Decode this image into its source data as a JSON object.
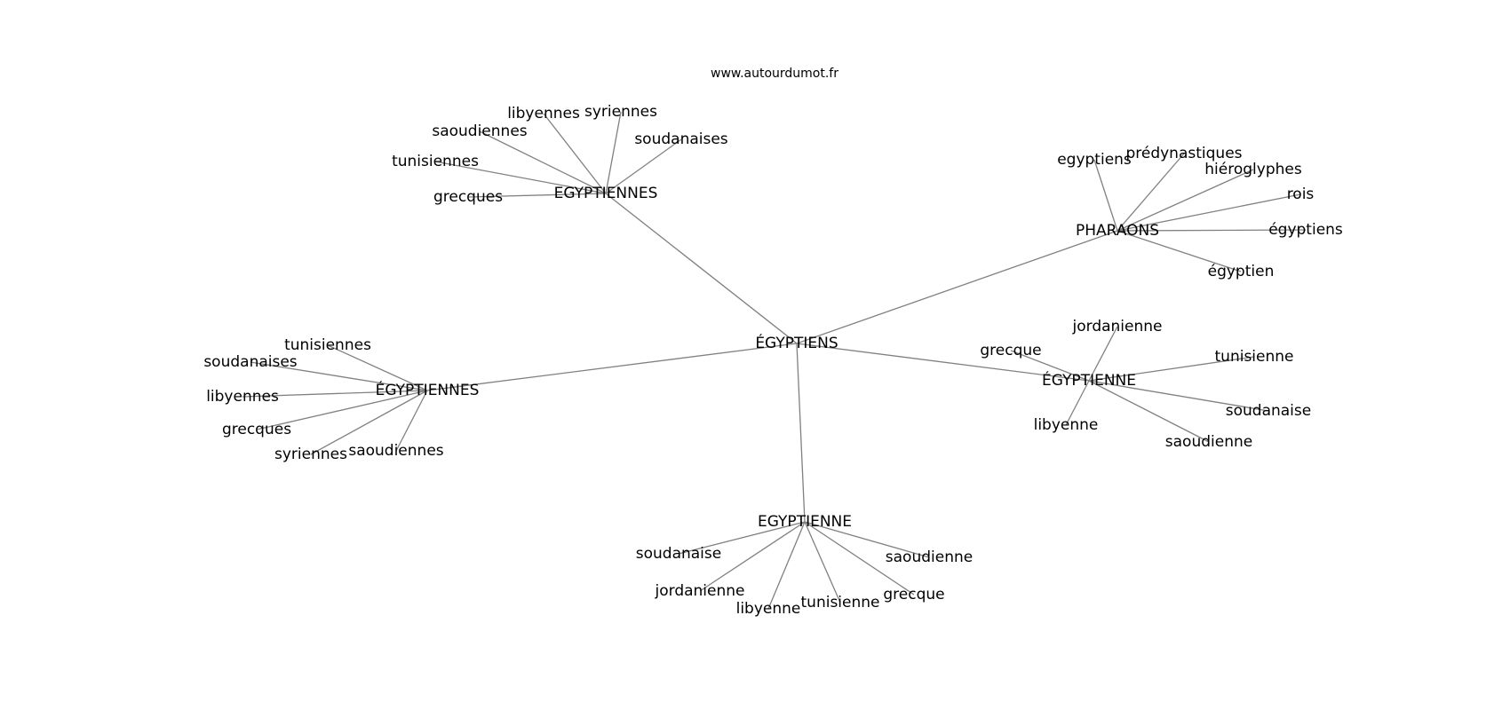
{
  "watermark": "www.autourdumot.fr",
  "graph": {
    "center": "ÉGYPTIENS",
    "clusters": [
      {
        "hub": "EGYPTIENNES",
        "leaves": [
          "libyennes",
          "syriennes",
          "saoudiennes",
          "soudanaises",
          "tunisiennes",
          "grecques"
        ]
      },
      {
        "hub": "PHARAONS",
        "leaves": [
          "egyptiens",
          "prédynastiques",
          "hiéroglyphes",
          "rois",
          "égyptiens",
          "égyptien"
        ]
      },
      {
        "hub": "ÉGYPTIENNES",
        "leaves": [
          "tunisiennes",
          "soudanaises",
          "libyennes",
          "grecques",
          "syriennes",
          "saoudiennes"
        ]
      },
      {
        "hub": "ÉGYPTIENNE",
        "leaves": [
          "jordanienne",
          "grecque",
          "tunisienne",
          "soudanaise",
          "saoudienne",
          "libyenne"
        ]
      },
      {
        "hub": "EGYPTIENNE",
        "leaves": [
          "soudanaise",
          "jordanienne",
          "libyenne",
          "tunisienne",
          "grecque",
          "saoudienne"
        ]
      }
    ]
  }
}
